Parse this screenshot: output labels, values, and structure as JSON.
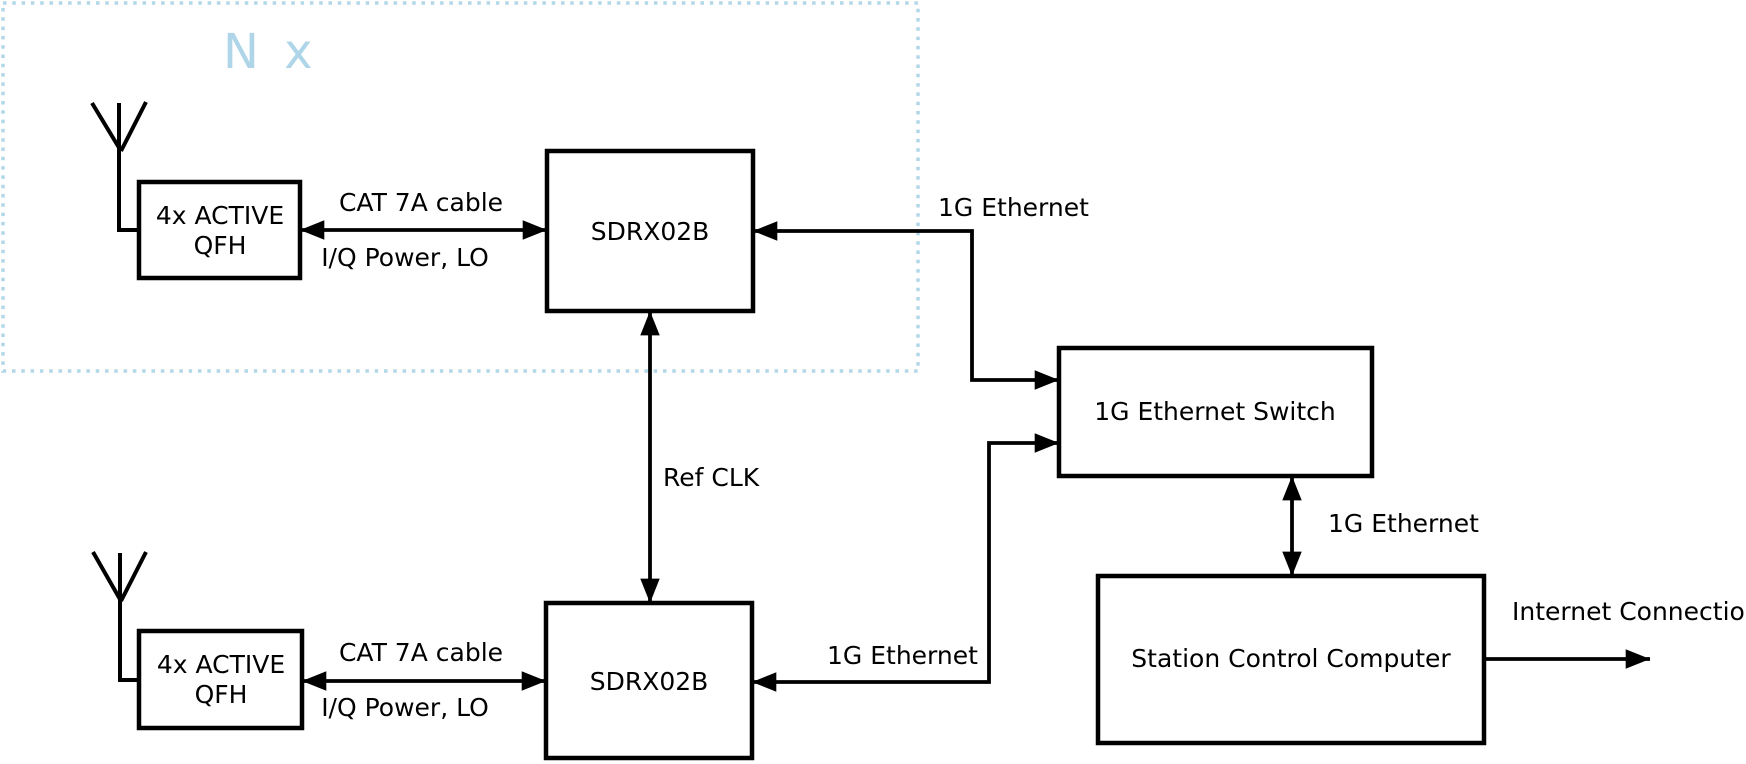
{
  "colors": {
    "accent_light_blue": "#aed5e8",
    "line_black": "#000000",
    "background": "#ffffff"
  },
  "group": {
    "label": "N x"
  },
  "nodes": {
    "qfh_top": {
      "lines": [
        "4x ACTIVE",
        "QFH"
      ]
    },
    "sdrx_top": {
      "label": "SDRX02B"
    },
    "qfh_bottom": {
      "lines": [
        "4x ACTIVE",
        "QFH"
      ]
    },
    "sdrx_bottom": {
      "label": "SDRX02B"
    },
    "ethernet_switch": {
      "label": "1G Ethernet Switch"
    },
    "station_computer": {
      "label": "Station Control Computer"
    }
  },
  "edges": {
    "cat7a_top": {
      "above": "CAT 7A cable",
      "below": "I/Q Power, LO"
    },
    "cat7a_bottom": {
      "above": "CAT 7A cable",
      "below": "I/Q Power, LO"
    },
    "eth_to_sdrx_top": {
      "label": "1G Ethernet"
    },
    "eth_to_sdrx_bottom": {
      "label": "1G Ethernet"
    },
    "refclk": {
      "label": "Ref CLK"
    },
    "eth_switch_computer": {
      "label": "1G Ethernet"
    },
    "internet": {
      "label": "Internet Connection"
    }
  }
}
